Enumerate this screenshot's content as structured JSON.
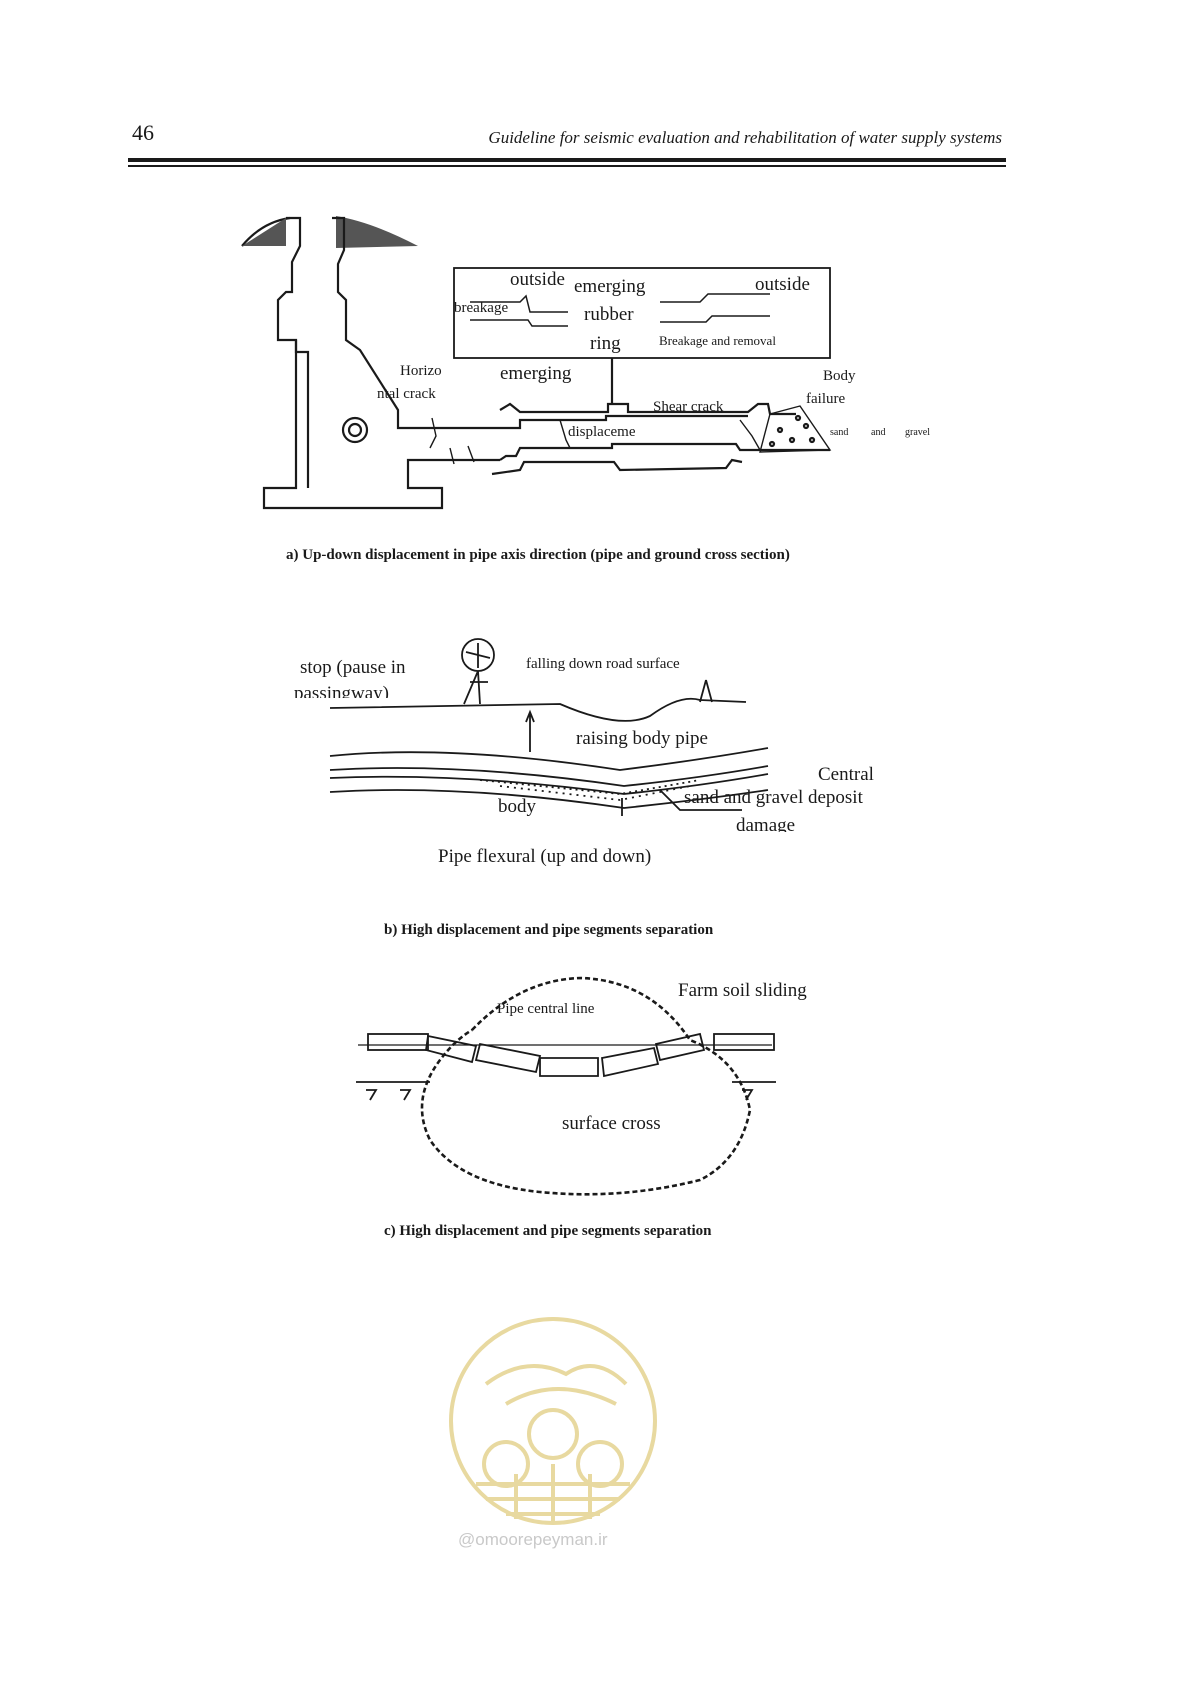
{
  "header": {
    "page_number": "46",
    "running_title": "Guideline for seismic evaluation and rehabilitation of water supply systems"
  },
  "figure_a": {
    "caption": "a) Up-down displacement in pipe axis direction (pipe and ground cross section)",
    "labels": {
      "outside_left": "outside",
      "emerging_top": "emerging",
      "rubber": "rubber",
      "ring": "ring",
      "outside_right": "outside",
      "breakage": "breakage",
      "breakage_removal": "Breakage and removal",
      "horizontal_crack_1": "Horizo",
      "horizontal_crack_2": "ntal crack",
      "emerging_mid": "emerging",
      "body": "Body",
      "failure": "failure",
      "shear_crack": "Shear   crack",
      "displacement": "displaceme",
      "sand": "sand",
      "and": "and",
      "gravel": "gravel"
    }
  },
  "figure_b": {
    "caption": "b) High displacement and pipe segments separation",
    "labels": {
      "stop": "stop (pause in",
      "passingway": "passingway)",
      "falling_down": "falling down road surface",
      "raising_body": "raising body pipe",
      "central": "Central",
      "sand_gravel": "sand and gravel deposit",
      "body": "body",
      "damage": "damage",
      "flexural": "Pipe flexural (up and down)"
    }
  },
  "figure_c": {
    "caption": "c) High displacement and pipe segments separation",
    "labels": {
      "farm_soil": "Farm soil sliding",
      "pipe_central_line": "Pipe central line",
      "surface_cross": "surface cross"
    }
  },
  "watermark": {
    "site": "@omoorepeyman.ir"
  }
}
